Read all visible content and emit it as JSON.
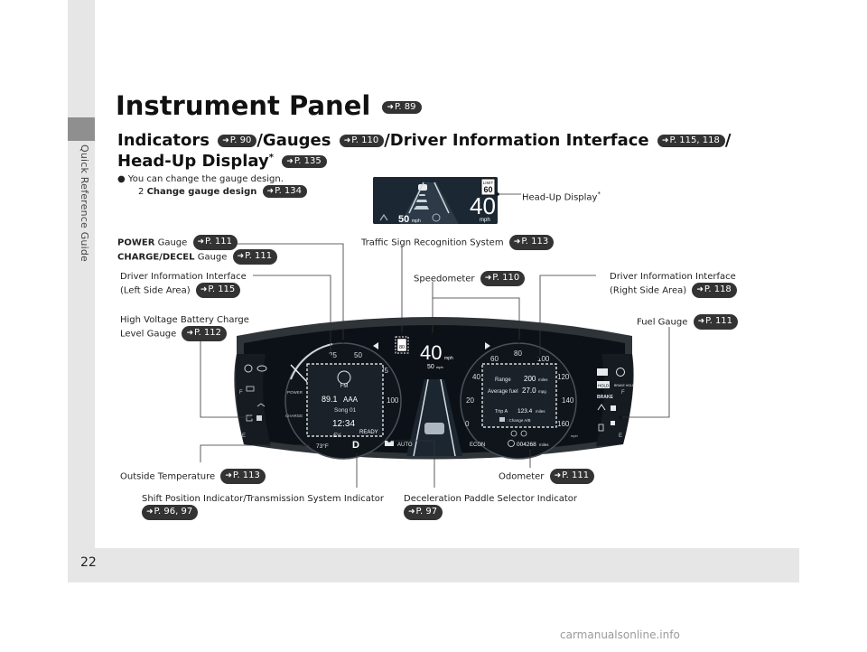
{
  "section_label": "Quick Reference Guide",
  "page_number": "22",
  "title": "Instrument Panel",
  "title_ref": "P. 89",
  "subtitle": {
    "indicators": "Indicators",
    "indicators_ref": "P. 90",
    "gauges": "/Gauges",
    "gauges_ref": "P. 110",
    "dii": "/Driver Information Interface",
    "dii_ref": "P. 115, 118",
    "slash": "/",
    "hud": "Head-Up Display",
    "asterisk": "*",
    "hud_ref": "P. 135"
  },
  "bullet": {
    "symbol": "●",
    "text": "You can change the gauge design.",
    "xref_marker": "2",
    "xref_text": "Change gauge design",
    "xref_ref": "P. 134"
  },
  "callouts": {
    "hud_display": "Head-Up Display",
    "power_gauge_bold": "POWER",
    "power_gauge": " Gauge",
    "power_gauge_ref": "P. 111",
    "charge_gauge_bold": "CHARGE/DECEL",
    "charge_gauge": " Gauge",
    "charge_gauge_ref": "P. 111",
    "traffic_sign": "Traffic Sign Recognition System",
    "traffic_sign_ref": "P. 113",
    "dii_left_1": "Driver Information Interface",
    "dii_left_2": "(Left Side Area)",
    "dii_left_ref": "P. 115",
    "speedometer": "Speedometer",
    "speedometer_ref": "P. 110",
    "dii_right_1": "Driver Information Interface",
    "dii_right_2": "(Right Side Area)",
    "dii_right_ref": "P. 118",
    "hv_battery_1": "High Voltage Battery Charge",
    "hv_battery_2": "Level Gauge",
    "hv_battery_ref": "P. 112",
    "fuel_gauge": "Fuel Gauge",
    "fuel_gauge_ref": "P. 111",
    "outside_temp": "Outside Temperature",
    "outside_temp_ref": "P. 113",
    "odometer": "Odometer",
    "odometer_ref": "P. 111",
    "shift_position": "Shift Position Indicator/Transmission System Indicator",
    "shift_position_ref": "P. 96, 97",
    "decel_paddle": "Deceleration Paddle Selector Indicator",
    "decel_paddle_ref": "P. 97"
  },
  "hud_screen": {
    "limit_label": "LIMIT",
    "limit_value": "60",
    "speed": "40",
    "speed_unit": "mph",
    "set_speed": "50",
    "set_unit": "mph"
  },
  "dash": {
    "center_speed": "40",
    "center_unit": "mph",
    "sign_value": "80",
    "acc_speed": "50",
    "acc_unit": "mph",
    "left_ticks": [
      "25",
      "50",
      "75",
      "100"
    ],
    "right_ticks": [
      "0",
      "20",
      "40",
      "60",
      "80",
      "100",
      "120",
      "140",
      "160"
    ],
    "audio_source": "FM",
    "audio_freq": "89.1",
    "audio_station": "AAA",
    "audio_song": "Song 01",
    "clock": "12:34",
    "ready": "READY",
    "range_label": "Range",
    "range_value": "200",
    "range_unit": "miles",
    "avg_fuel_label": "Average fuel",
    "avg_fuel_value": "27.0",
    "avg_fuel_unit": "mpg",
    "trip_label": "Trip A",
    "trip_value": "123.4",
    "trip_unit": "miles",
    "change_hint": ": Change A/B",
    "temp": "73°F",
    "gear": "D",
    "auto": "AUTO",
    "econ": "ECON",
    "odometer_value": "004268",
    "odometer_unit": "miles",
    "fuel_f": "F",
    "fuel_e": "E",
    "hv_f": "F",
    "hv_e": "E",
    "power_label": "POWER",
    "charge_label": "CHARGE",
    "hold_label": "HOLD",
    "brake_label": "BRAKE",
    "brake_hold_label": "BRAKE HOLD",
    "mph_small": "mph",
    "ev_label": "EV"
  },
  "watermark": "carmanualsonline.info",
  "colors": {
    "pill_bg": "#333333",
    "dash_bg": "#0c1117",
    "dash_bezel": "#2f3439",
    "hud_bg": "#1b2833"
  }
}
